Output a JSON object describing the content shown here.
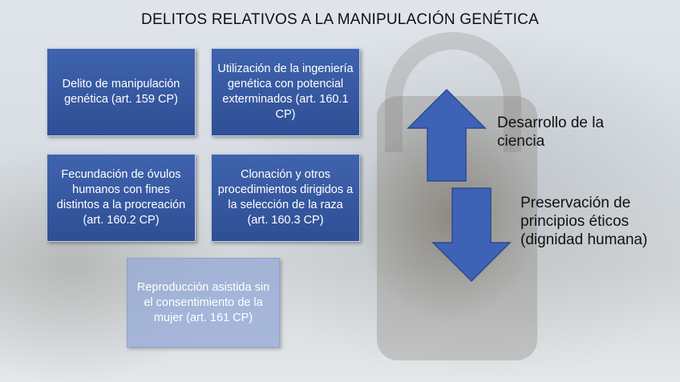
{
  "title": "DELITOS RELATIVOS A LA MANIPULACIÓN GENÉTICA",
  "boxes": [
    {
      "text": "Delito de manipulación genética (art. 159 CP)"
    },
    {
      "text": "Utilización de la ingeniería genética con potencial exterminados (art. 160.1 CP)"
    },
    {
      "text": "Fecundación de óvulos humanos con fines distintos a la procreación (art. 160.2 CP)"
    },
    {
      "text": "Clonación y otros procedimientos dirigidos a la selección de la raza (art. 160.3 CP)"
    },
    {
      "text": "Reproducción asistida sin el consentimiento de la mujer (art. 161 CP)"
    }
  ],
  "arrows": {
    "up_label": "Desarrollo de la ciencia",
    "down_label": "Preservación de principios éticos (dignidad humana)",
    "color": "#3d62b6"
  },
  "colors": {
    "box_dark": "#3a5ba3",
    "box_light": "#a1b3da"
  }
}
